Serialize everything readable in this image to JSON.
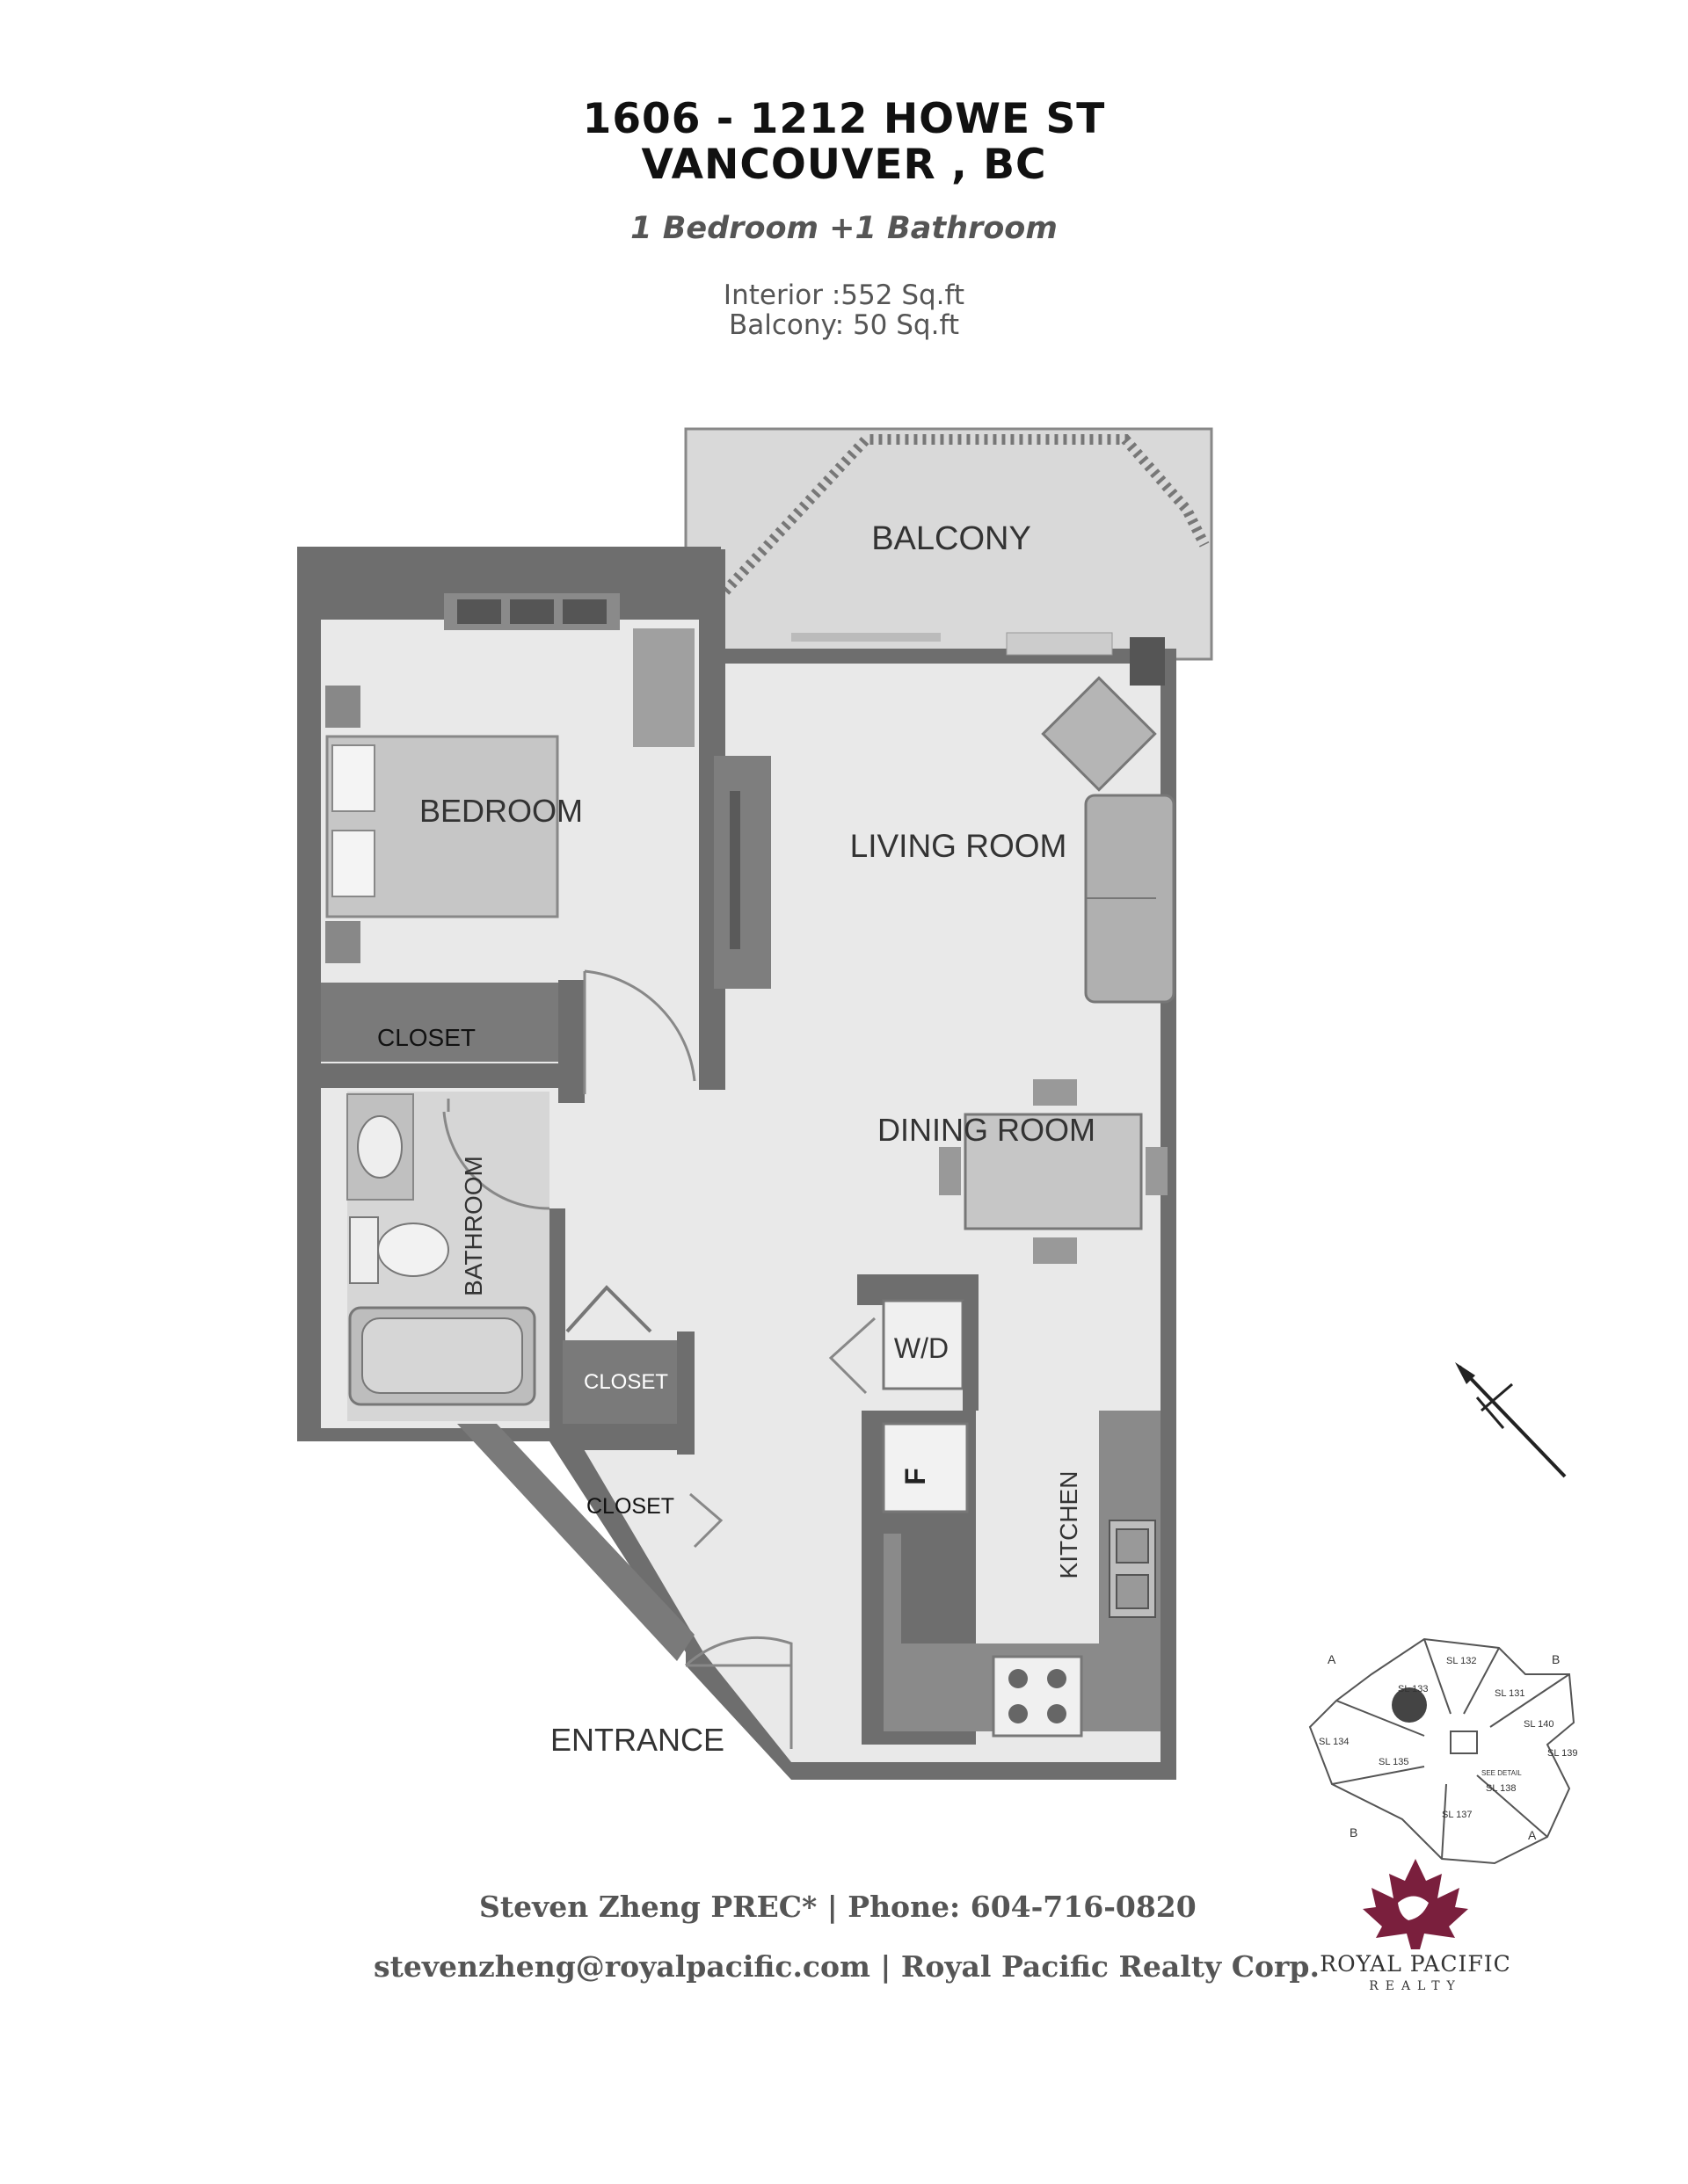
{
  "header": {
    "address_line1": "1606 - 1212 HOWE ST",
    "address_line2": "VANCOUVER , BC",
    "unit_type": "1 Bedroom +1 Bathroom",
    "interior": "Interior :552 Sq.ft",
    "balcony": "Balcony: 50 Sq.ft"
  },
  "rooms": {
    "balcony": "BALCONY",
    "bedroom": "BEDROOM",
    "living_room": "LIVING ROOM",
    "closet_bedroom": "CLOSET",
    "dining_room": "DINING ROOM",
    "bathroom": "BATHROOM",
    "wd": "W/D",
    "closet_hall": "CLOSET",
    "fridge": "F",
    "kitchen": "KITCHEN",
    "closet_entry": "CLOSET",
    "entrance": "ENTRANCE"
  },
  "keyplan": {
    "units": [
      "SL 132",
      "SL 131",
      "SL 133",
      "SL 140",
      "SL 134",
      "SL 139",
      "SL 135",
      "SL 138",
      "SL 137"
    ],
    "markers": [
      "A",
      "B",
      "B",
      "A"
    ],
    "see_detail": "SEE DETAIL"
  },
  "footer": {
    "agent": "Steven Zheng PREC*  | Phone: 604-716-0820",
    "contact": "stevenzheng@royalpacific.com  | Royal Pacific Realty Corp.",
    "logo_line1": "ROYAL PACIFIC",
    "logo_line2": "REALTY"
  },
  "colors": {
    "wall": "#6e6e6e",
    "floor": "#e8e8e8",
    "furniture": "#bdbdbd",
    "logo": "#7a1f3d"
  }
}
